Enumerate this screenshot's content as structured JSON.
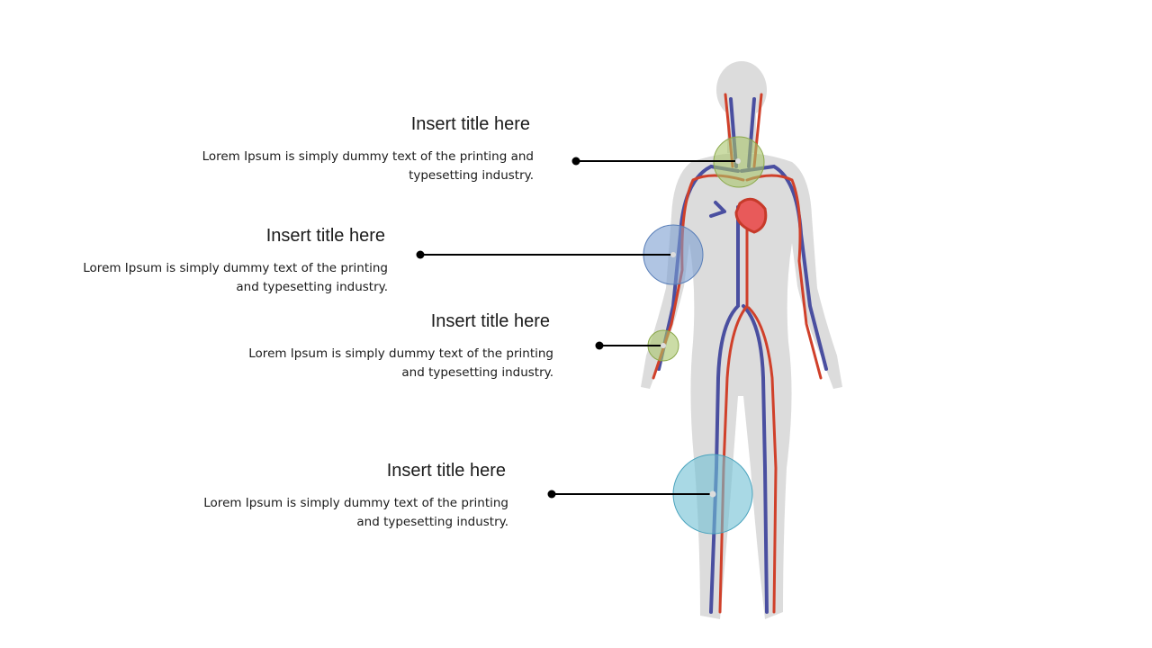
{
  "callouts": [
    {
      "title": "Insert title here",
      "line1": "Lorem Ipsum is simply dummy  text of the printing  and",
      "line2": "typesetting industry.",
      "highlight_color": "#a9c46a"
    },
    {
      "title": "Insert title here",
      "line1": "Lorem Ipsum is simply dummy  text of the printing",
      "line2": "and typesetting industry.",
      "highlight_color": "#7b9fd1"
    },
    {
      "title": "Insert title here",
      "line1": "Lorem  Ipsum  is simply dummy  text of the printing",
      "line2": "and typesetting industry.",
      "highlight_color": "#a9c46a"
    },
    {
      "title": "Insert title here",
      "line1": "Lorem Ipsum is simply dummy  text of the printing",
      "line2": "and typesetting industry.",
      "highlight_color": "#6fbfd4"
    }
  ],
  "colors": {
    "artery": "#d0402a",
    "vein": "#4a4fa0",
    "body": "#dcdcdc",
    "heart": "#e85a5a",
    "connector": "#000000"
  }
}
